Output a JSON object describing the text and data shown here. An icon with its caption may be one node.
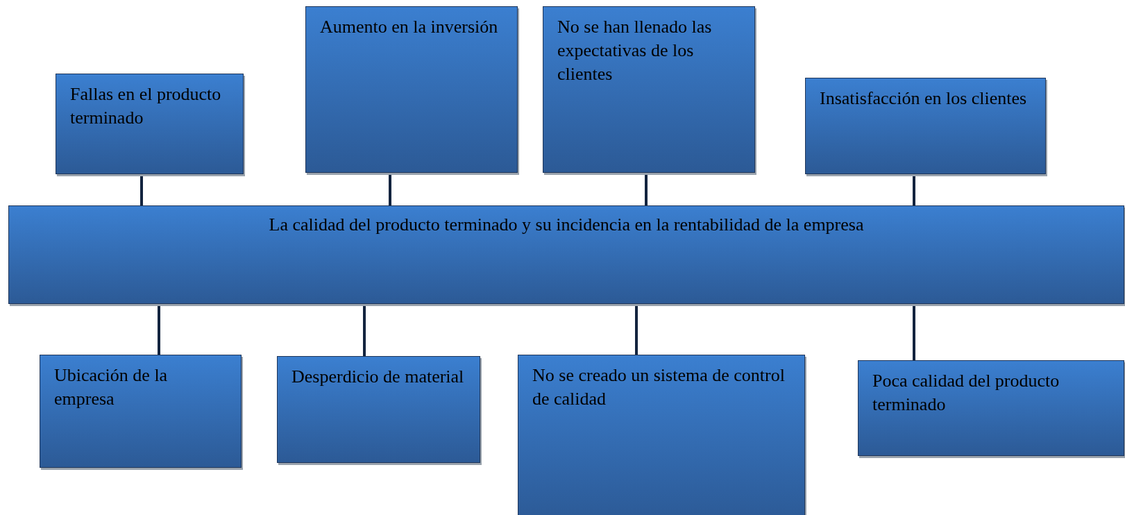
{
  "diagram": {
    "nodes": [
      {
        "text": [
          "Fallas en el producto terminado"
        ]
      },
      {
        "text": [
          "Aumento en la inversión"
        ]
      },
      {
        "text": [
          "No se han llenado las expectativas de los clientes"
        ]
      },
      {
        "text": [
          "Insatisfacción en los clientes"
        ]
      },
      {
        "text": [
          "La calidad del producto terminado y su incidencia en la rentabilidad de la empresa"
        ]
      },
      {
        "text": [
          "Ubicación de la empresa"
        ]
      },
      {
        "text": [
          "Desperdicio de material"
        ]
      },
      {
        "text": [
          "No se creado un sistema de control de calidad"
        ]
      },
      {
        "text": [
          "Poca calidad del producto terminado"
        ]
      }
    ],
    "edges": [
      {
        "from": 0,
        "to": 4,
        "arrow": "none"
      },
      {
        "from": 1,
        "to": 4,
        "arrow": "none"
      },
      {
        "from": 2,
        "to": 4,
        "arrow": "none"
      },
      {
        "from": 3,
        "to": 4,
        "arrow": "none"
      },
      {
        "from": 4,
        "to": 5,
        "arrow": "none"
      },
      {
        "from": 4,
        "to": 6,
        "arrow": "none"
      },
      {
        "from": 4,
        "to": 7,
        "arrow": "none"
      },
      {
        "from": 4,
        "to": 8,
        "arrow": "none"
      }
    ]
  }
}
